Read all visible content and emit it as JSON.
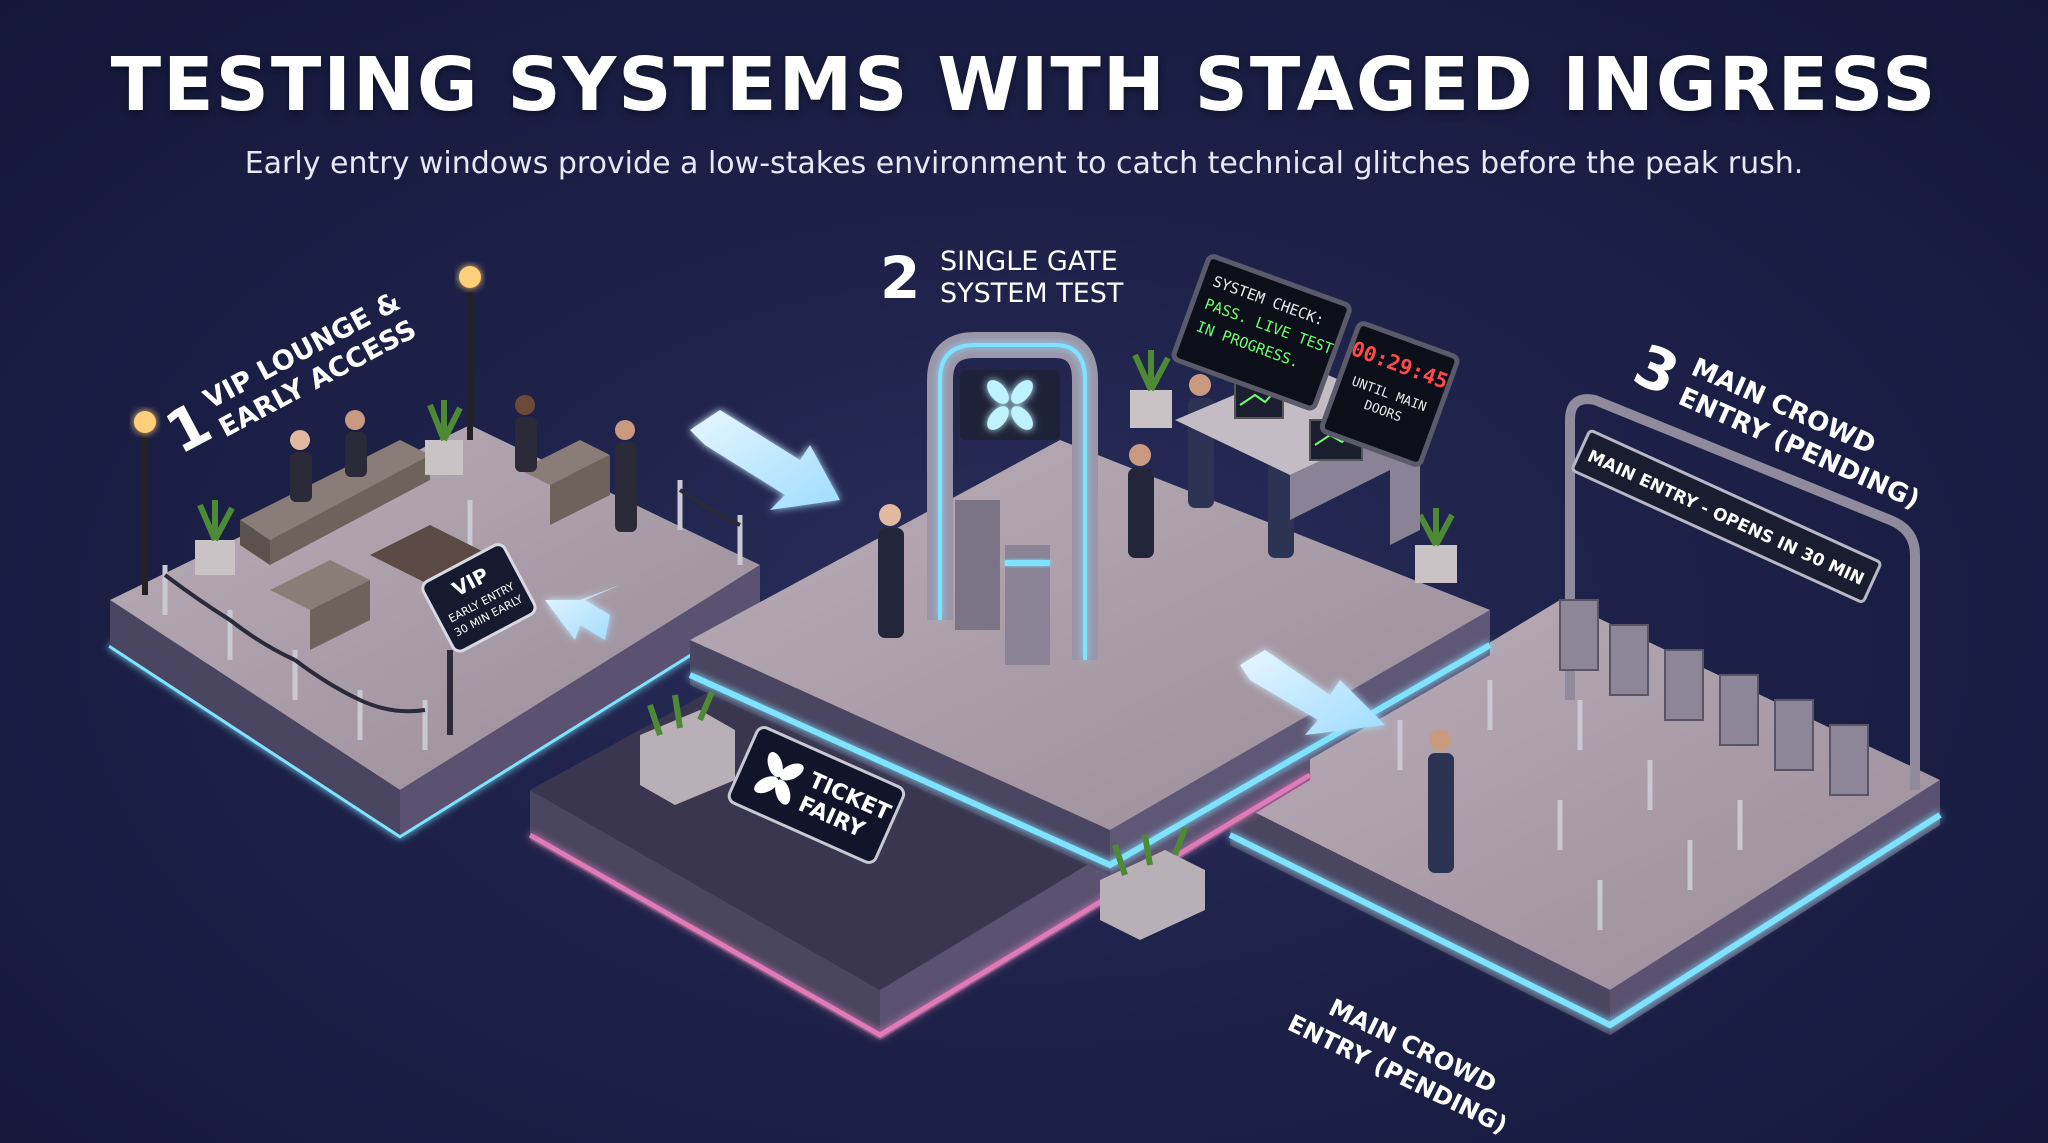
{
  "header": {
    "title": "TESTING SYSTEMS WITH STAGED INGRESS",
    "subtitle": "Early entry windows provide a low-stakes environment to catch technical glitches before the peak rush."
  },
  "stages": [
    {
      "number": "1",
      "line1": "VIP LOUNGE &",
      "line2": "EARLY ACCESS"
    },
    {
      "number": "2",
      "line1": "SINGLE GATE",
      "line2": "SYSTEM TEST"
    },
    {
      "number": "3",
      "line1": "MAIN CROWD",
      "line2": "ENTRY (PENDING)"
    }
  ],
  "vip_sign": {
    "title": "VIP",
    "line1": "EARLY ENTRY",
    "line2": "30 MIN EARLY"
  },
  "status_monitor": {
    "line1": "SYSTEM CHECK:",
    "line2": "PASS. LIVE TEST",
    "line3": "IN PROGRESS."
  },
  "countdown": {
    "time": "00:29:45",
    "line1": "UNTIL MAIN",
    "line2": "DOORS"
  },
  "main_banner": {
    "text": "MAIN ENTRY - OPENS IN 30 MIN"
  },
  "brand_sign": {
    "line1": "TICKET",
    "line2": "FAIRY"
  },
  "bottom_label": {
    "line1": "MAIN CROWD",
    "line2": "ENTRY (PENDING)"
  },
  "colors": {
    "background": "#1d2148",
    "glow_cyan": "#7fe3ff",
    "glow_pink": "#e07ab8",
    "platform": "#a89aa6",
    "monitor_green": "#6dff6d",
    "countdown_red": "#ff4a4a"
  },
  "icons": [
    "ticket-fairy-logo-icon",
    "arrow-icon"
  ]
}
